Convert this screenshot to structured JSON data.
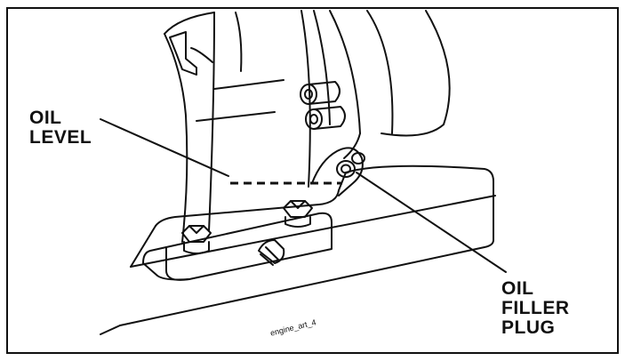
{
  "labels": {
    "oil_level": {
      "line1": "OIL",
      "line2": "LEVEL"
    },
    "oil_filler_plug": {
      "line1": "OIL",
      "line2": "FILLER",
      "line3": "PLUG"
    }
  },
  "file_tag": "engine_art_4",
  "colors": {
    "ink": "#111111",
    "paper": "#ffffff"
  }
}
